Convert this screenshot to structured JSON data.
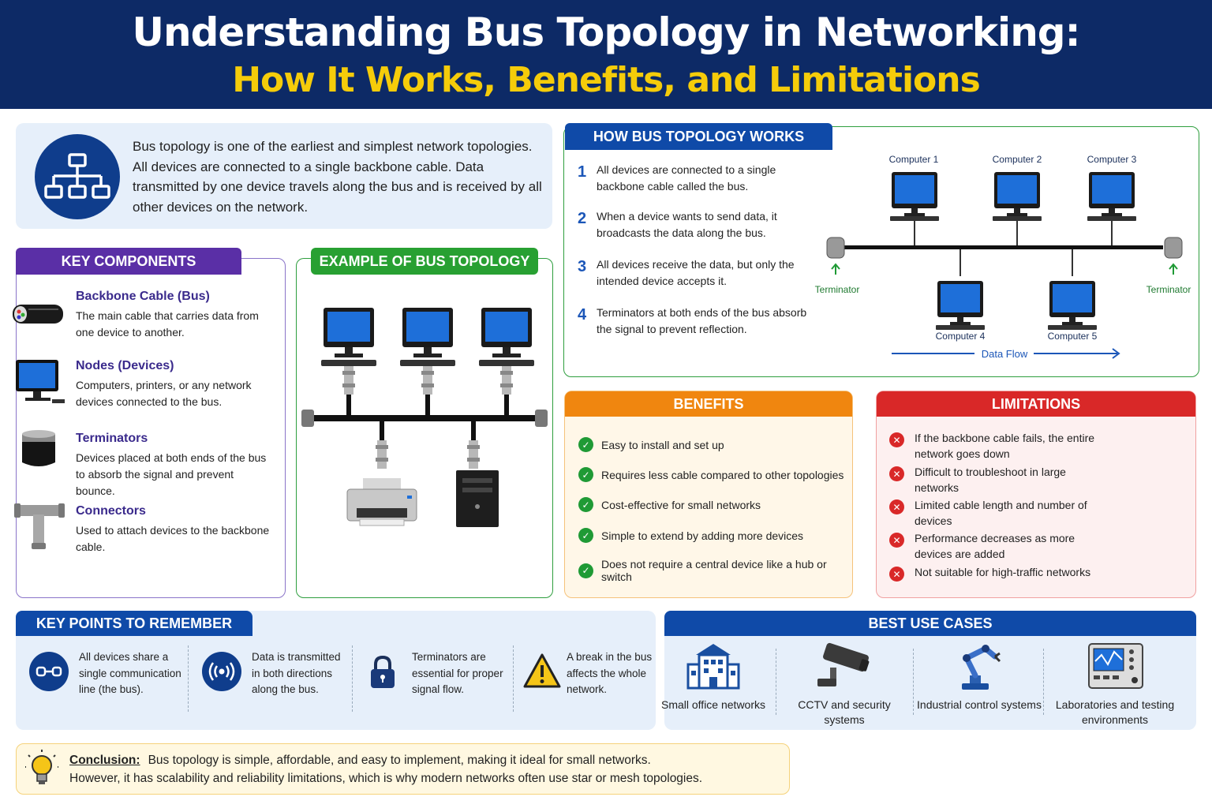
{
  "header": {
    "title": "Understanding Bus Topology in Networking:",
    "subtitle": "How It Works, Benefits, and Limitations"
  },
  "intro": {
    "icon": "network-hierarchy-icon",
    "text": "Bus topology is one of the earliest and simplest network topologies. All devices are connected to a single backbone cable. Data transmitted by one device travels along the bus and is received by all other devices on the network."
  },
  "key_components": {
    "title": "KEY COMPONENTS",
    "items": [
      {
        "title": "Backbone Cable (Bus)",
        "desc": "The main cable that carries data from one device to another.",
        "icon": "cable-icon"
      },
      {
        "title": "Nodes (Devices)",
        "desc": "Computers, printers, or any network devices connected to the bus.",
        "icon": "computer-icon"
      },
      {
        "title": "Terminators",
        "desc": "Devices placed at both ends of the bus to absorb the signal and prevent bounce.",
        "icon": "terminator-icon"
      },
      {
        "title": "Connectors",
        "desc": "Used to attach devices to the backbone cable.",
        "icon": "t-connector-icon"
      }
    ]
  },
  "example": {
    "title": "EXAMPLE OF BUS TOPOLOGY"
  },
  "how_it_works": {
    "title": "HOW BUS TOPOLOGY WORKS",
    "steps": [
      {
        "num": "1",
        "text": "All devices are connected to a single backbone cable called the bus."
      },
      {
        "num": "2",
        "text": "When a device wants to send data, it broadcasts the data along the bus."
      },
      {
        "num": "3",
        "text": "All devices receive the data, but only the intended device accepts it."
      },
      {
        "num": "4",
        "text": "Terminators at both ends of the bus absorb the signal to prevent reflection."
      }
    ],
    "diagram": {
      "computers": [
        "Computer 1",
        "Computer 2",
        "Computer 3",
        "Computer 4",
        "Computer 5"
      ],
      "terminator_label": "Terminator",
      "data_flow_label": "Data Flow"
    }
  },
  "benefits": {
    "title": "BENEFITS",
    "items": [
      "Easy to install and set up",
      "Requires less cable compared to other topologies",
      "Cost-effective for small networks",
      "Simple to extend by adding more devices",
      "Does not require a central device like a hub or switch"
    ]
  },
  "limitations": {
    "title": "LIMITATIONS",
    "items": [
      "If the backbone cable fails, the entire network goes down",
      "Difficult to troubleshoot in large networks",
      "Limited cable length and number of devices",
      "Performance decreases as more devices are added",
      "Not suitable for high-traffic networks"
    ]
  },
  "key_points": {
    "title": "KEY POINTS TO REMEMBER",
    "items": [
      {
        "text": "All devices share a single communication line (the bus).",
        "icon": "link-icon"
      },
      {
        "text": "Data is transmitted in both directions along the bus.",
        "icon": "broadcast-icon"
      },
      {
        "text": "Terminators are essential for proper signal flow.",
        "icon": "lock-icon"
      },
      {
        "text": "A break in the bus affects the whole network.",
        "icon": "warning-icon"
      }
    ]
  },
  "use_cases": {
    "title": "BEST USE CASES",
    "items": [
      {
        "label": "Small office networks",
        "icon": "office-building-icon"
      },
      {
        "label": "CCTV and security systems",
        "icon": "cctv-camera-icon"
      },
      {
        "label": "Industrial control systems",
        "icon": "robot-arm-icon"
      },
      {
        "label": "Laboratories and testing environments",
        "icon": "oscilloscope-icon"
      }
    ]
  },
  "conclusion": {
    "label": "Conclusion:",
    "line1": "Bus topology is simple, affordable, and easy to implement, making it ideal for small networks.",
    "line2": "However, it has scalability and reliability limitations, which is why modern networks often use star or mesh topologies."
  },
  "colors": {
    "header_bg": "#0d2a66",
    "subtitle": "#f5cc0a",
    "components": "#5a2fa6",
    "example": "#28a032",
    "works": "#0f4aa8",
    "benefits": "#f0860f",
    "limitations": "#d92828"
  }
}
